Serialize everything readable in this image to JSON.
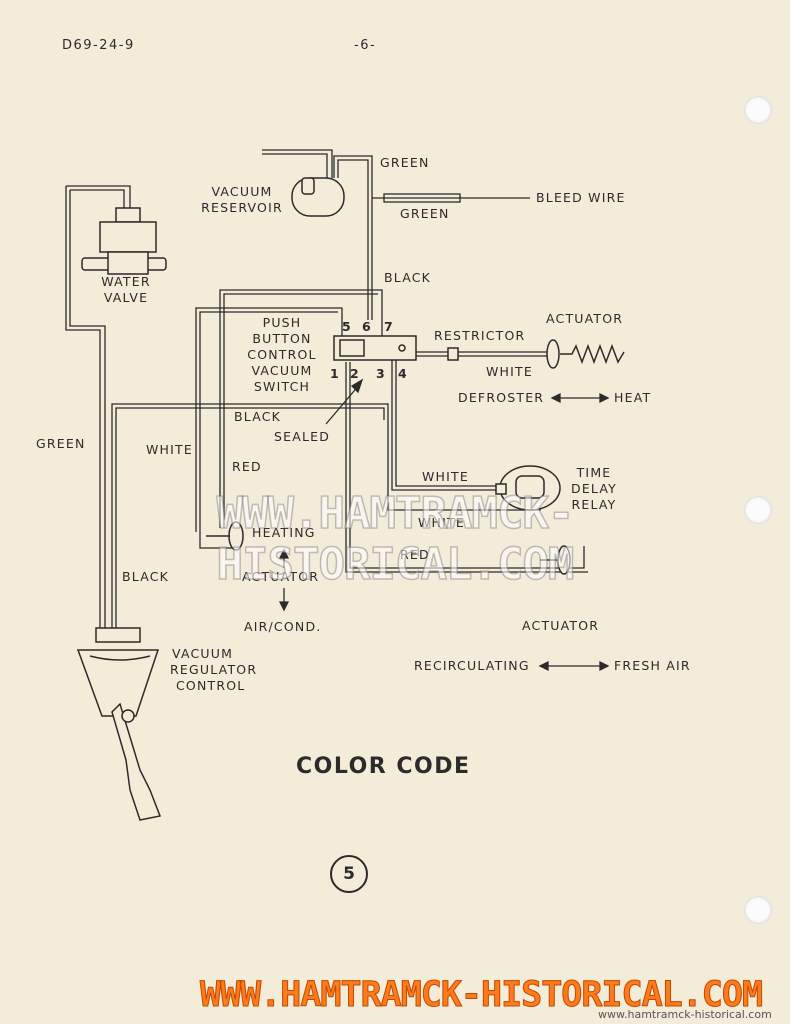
{
  "header": {
    "doc_code": "D69-24-9",
    "page_no": "-6-"
  },
  "labels": {
    "vacuum_reservoir": [
      "VACUUM",
      "RESERVOIR"
    ],
    "water_valve": [
      "WATER",
      "VALVE"
    ],
    "green_top_1": "GREEN",
    "green_top_2": "GREEN",
    "bleed_wire": "BLEED WIRE",
    "black_top": "BLACK",
    "push_button": [
      "PUSH",
      "BUTTON",
      "CONTROL",
      "VACUUM",
      "SWITCH"
    ],
    "ports": [
      "1",
      "2",
      "3",
      "4",
      "5",
      "6",
      "7"
    ],
    "restrictor": "RESTRICTOR",
    "actuator_top": "ACTUATOR",
    "white_restrictor": "WHITE",
    "defroster": "DEFROSTER",
    "heat": "HEAT",
    "black_mid": "BLACK",
    "sealed": "SEALED",
    "green_left": "GREEN",
    "white_left": "WHITE",
    "red_left": "RED",
    "white_relay_1": "WHITE",
    "white_relay_2": "WHITE",
    "time_delay_relay": [
      "TIME",
      "DELAY",
      "RELAY"
    ],
    "heating": "HEATING",
    "actuator_mid": "ACTUATOR",
    "air_cond": "AIR/COND.",
    "red_lower": "RED",
    "black_lower": "BLACK",
    "actuator_right": "ACTUATOR",
    "recirculating": "RECIRCULATING",
    "fresh_air": "FRESH AIR",
    "vacuum_regulator": [
      "VACUUM",
      "REGULATOR",
      "CONTROL"
    ]
  },
  "title": "COLOR CODE",
  "figure_number": "5",
  "watermark": {
    "main": "WWW.HAMTRAMCK-HISTORICAL.COM",
    "footer": "WWW.HAMTRAMCK-HISTORICAL.COM",
    "small": "www.hamtramck-historical.com"
  },
  "colors": {
    "paper": "#f3ecd9",
    "ink": "#2b2b2b",
    "watermark_orange": "#ff7a1a"
  }
}
